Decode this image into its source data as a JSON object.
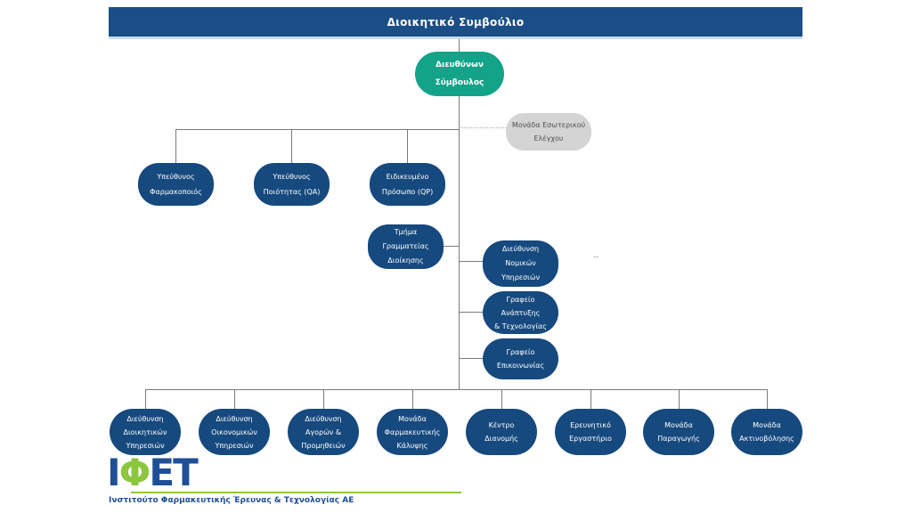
{
  "colors": {
    "navy": "#16497E",
    "bar": "#1B4E87",
    "bar_underline": "#CBDDEC",
    "green": "#13A389",
    "gray_box": "#D4D4D4",
    "gray_box_text": "#4F4F4F",
    "line": "#7A7A7A",
    "logo_blue": "#1F4F96",
    "logo_green": "#8CC63F"
  },
  "board": {
    "label": "Διοικητικό Συμβούλιο"
  },
  "ceo": {
    "lines": [
      "Διευθύνων",
      "Σύμβουλος"
    ]
  },
  "internal_audit": {
    "lines": [
      "Μονάδα Εσωτερικού",
      "Ελέγχου"
    ]
  },
  "advisors": [
    {
      "lines": [
        "Υπεύθυνος",
        "Φαρμακοποιός"
      ]
    },
    {
      "lines": [
        "Υπεύθυνος",
        "Ποιότητας (QA)"
      ]
    },
    {
      "lines": [
        "Ειδικευμένο",
        "Πρόσωπο (QP)"
      ]
    }
  ],
  "secretariat": {
    "lines": [
      "Τμήμα",
      "Γραμματείας",
      "Διοίκησης"
    ]
  },
  "right_column": [
    {
      "lines": [
        "Διεύθυνση",
        "Νομικών",
        "Υπηρεσιών"
      ]
    },
    {
      "lines": [
        "Γραφείο",
        "Ανάπτυξης",
        "& Τεχνολογίας"
      ]
    },
    {
      "lines": [
        "Γραφείο",
        "Επικοινωνίας"
      ]
    }
  ],
  "bottom_row": [
    {
      "lines": [
        "Διεύθυνση",
        "Διοικητικών",
        "Υπηρεσιών"
      ]
    },
    {
      "lines": [
        "Διεύθυνση",
        "Οικονομικών",
        "Υπηρεσιών"
      ]
    },
    {
      "lines": [
        "Διεύθυνση",
        "Αγορών &",
        "Προμηθειών"
      ]
    },
    {
      "lines": [
        "Μονάδα",
        "Φαρμακευτικής",
        "Κάλυψης"
      ]
    },
    {
      "lines": [
        "Κέντρο",
        "Διανομής"
      ]
    },
    {
      "lines": [
        "Ερευνητικό",
        "Εργαστήριο"
      ]
    },
    {
      "lines": [
        "Μονάδα",
        "Παραγωγής"
      ]
    },
    {
      "lines": [
        "Μονάδα",
        "Ακτινοβόλησης"
      ]
    }
  ],
  "logo": {
    "letters": [
      "Ι",
      "Φ",
      "Ε",
      "Τ"
    ],
    "tagline": "Ινστιτούτο Φαρμακευτικής Έρευνας & Τεχνολογίας ΑΕ"
  }
}
